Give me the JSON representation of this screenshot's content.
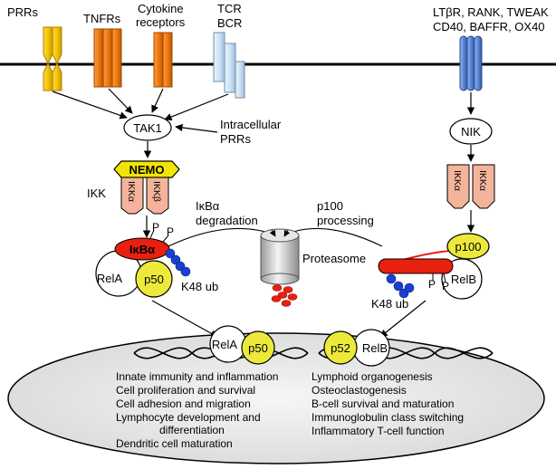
{
  "receptors": {
    "prrs": "PRRs",
    "tnfrs": "TNFRs",
    "cytokine_line1": "Cytokine",
    "cytokine_line2": "receptors",
    "tcr": "TCR",
    "bcr": "BCR",
    "noncanonical_line1": "LTβR, RANK, TWEAK",
    "noncanonical_line2": "CD40, BAFFR, OX40"
  },
  "canonical": {
    "tak1": "TAK1",
    "intracellular_line1": "Intracellular",
    "intracellular_line2": "PRRs",
    "nemo": "NEMO",
    "ikk": "IKK",
    "ikka": "IKKα",
    "ikkb": "IKKβ",
    "ikba": "IκBα",
    "rela": "RelA",
    "p50": "p50",
    "k48": "K48 ub",
    "phospho": "P",
    "degradation_line1": "IκBα",
    "degradation_line2": "degradation"
  },
  "noncanonical": {
    "nik": "NIK",
    "ikka": "IKKα",
    "p100": "p100",
    "relb": "RelB",
    "k48": "K48 ub",
    "phospho": "P",
    "processing_line1": "p100",
    "processing_line2": "processing"
  },
  "proteasome": {
    "label": "Proteasome"
  },
  "nucleus": {
    "rela": "RelA",
    "p50": "p50",
    "p52": "p52",
    "relb": "RelB",
    "canonical_targets": [
      "Innate immunity and inflammation",
      "Cell proliferation and survival",
      "Cell adhesion and migration",
      "Lymphocyte development and",
      "differentiation",
      "Dendritic cell maturation"
    ],
    "noncanonical_targets": [
      "Lymphoid organogenesis",
      "Osteoclastogenesis",
      "B-cell survival and maturation",
      "Immunoglobulin class switching",
      "Inflammatory T-cell function"
    ]
  },
  "colors": {
    "prr": "#f5c400",
    "tnfr": "#f07a10",
    "cytokine": "#f08c28",
    "tcr": "#cfe3f3",
    "noncanonical_receptor": "#5b86d6",
    "nemo": "#f2e600",
    "ikk": "#f4b49c",
    "ikba": "#e82010",
    "p50": "#ece93a",
    "ubiquitin": "#1a3fd0",
    "nucleus": "#ececec"
  }
}
